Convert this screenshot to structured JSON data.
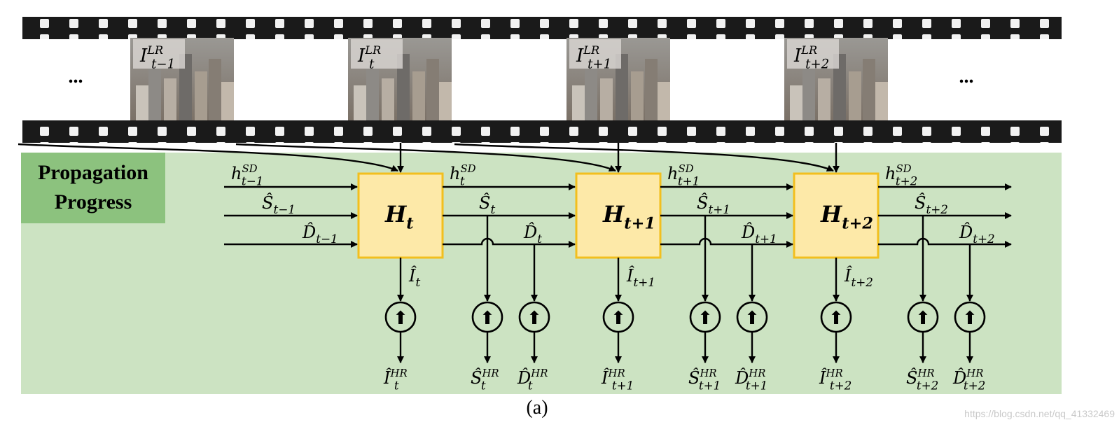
{
  "panel_title": [
    "Propagation",
    "Progress"
  ],
  "ellipsis_left": "...",
  "ellipsis_right": "...",
  "frames": [
    {
      "base": "I",
      "sub": "t−1",
      "sup": "LR"
    },
    {
      "base": "I",
      "sub": "t",
      "sup": "LR"
    },
    {
      "base": "I",
      "sub": "t+1",
      "sup": "LR"
    },
    {
      "base": "I",
      "sub": "t+2",
      "sup": "LR"
    }
  ],
  "cells": [
    {
      "base": "H",
      "sub": "t"
    },
    {
      "base": "H",
      "sub": "t+1"
    },
    {
      "base": "H",
      "sub": "t+2"
    }
  ],
  "input_states": [
    {
      "base": "h",
      "sub": "t−1",
      "sup": "SD"
    },
    {
      "base": "Ŝ",
      "sub": "t−1",
      "sup": ""
    },
    {
      "base": "D̂",
      "sub": "t−1",
      "sup": ""
    }
  ],
  "state_labels": [
    [
      {
        "base": "h",
        "sub": "t",
        "sup": "SD"
      },
      {
        "base": "Ŝ",
        "sub": "t",
        "sup": ""
      },
      {
        "base": "D̂",
        "sub": "t",
        "sup": ""
      }
    ],
    [
      {
        "base": "h",
        "sub": "t+1",
        "sup": "SD"
      },
      {
        "base": "Ŝ",
        "sub": "t+1",
        "sup": ""
      },
      {
        "base": "D̂",
        "sub": "t+1",
        "sup": ""
      }
    ],
    [
      {
        "base": "h",
        "sub": "t+2",
        "sup": "SD"
      },
      {
        "base": "Ŝ",
        "sub": "t+2",
        "sup": ""
      },
      {
        "base": "D̂",
        "sub": "t+2",
        "sup": ""
      }
    ]
  ],
  "cell_outputs": [
    {
      "base": "Î",
      "sub": "t",
      "sup": ""
    },
    {
      "base": "Î",
      "sub": "t+1",
      "sup": ""
    },
    {
      "base": "Î",
      "sub": "t+2",
      "sup": ""
    }
  ],
  "hr_outputs": [
    [
      {
        "base": "Î",
        "sub": "t",
        "sup": "HR"
      },
      {
        "base": "Ŝ",
        "sub": "t",
        "sup": "HR"
      },
      {
        "base": "D̂",
        "sub": "t",
        "sup": "HR"
      }
    ],
    [
      {
        "base": "Î",
        "sub": "t+1",
        "sup": "HR"
      },
      {
        "base": "Ŝ",
        "sub": "t+1",
        "sup": "HR"
      },
      {
        "base": "D̂",
        "sub": "t+1",
        "sup": "HR"
      }
    ],
    [
      {
        "base": "Î",
        "sub": "t+2",
        "sup": "HR"
      },
      {
        "base": "Ŝ",
        "sub": "t+2",
        "sup": "HR"
      },
      {
        "base": "D̂",
        "sub": "t+2",
        "sup": "HR"
      }
    ]
  ],
  "upsample_symbol": "⬆",
  "caption": "(a)",
  "watermark": "https://blog.csdn.net/qq_41332469",
  "colors": {
    "panel_bg": "#cce3c2",
    "title_bg": "#8cc27e",
    "cell_fill": "#fde9a8",
    "cell_border": "#f2bf1e",
    "film_dark": "#1a1a1a",
    "sprocket": "#f2f2f2",
    "arrow": "#000000"
  }
}
